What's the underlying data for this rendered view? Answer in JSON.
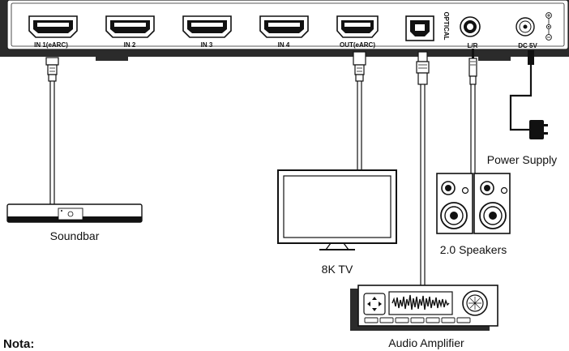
{
  "panel": {
    "ports": {
      "in1": "IN 1(eARC)",
      "in2": "IN 2",
      "in3": "IN 3",
      "in4": "IN 4",
      "out": "OUT(eARC)",
      "optical": "OPTICAL",
      "lr": "L/R",
      "dc": "DC  5V"
    }
  },
  "devices": {
    "soundbar": "Soundbar",
    "tv": "8K TV",
    "speakers": "2.0 Speakers",
    "power": "Power Supply",
    "amplifier": "Audio Amplifier"
  },
  "note": {
    "title": "Nota:"
  }
}
